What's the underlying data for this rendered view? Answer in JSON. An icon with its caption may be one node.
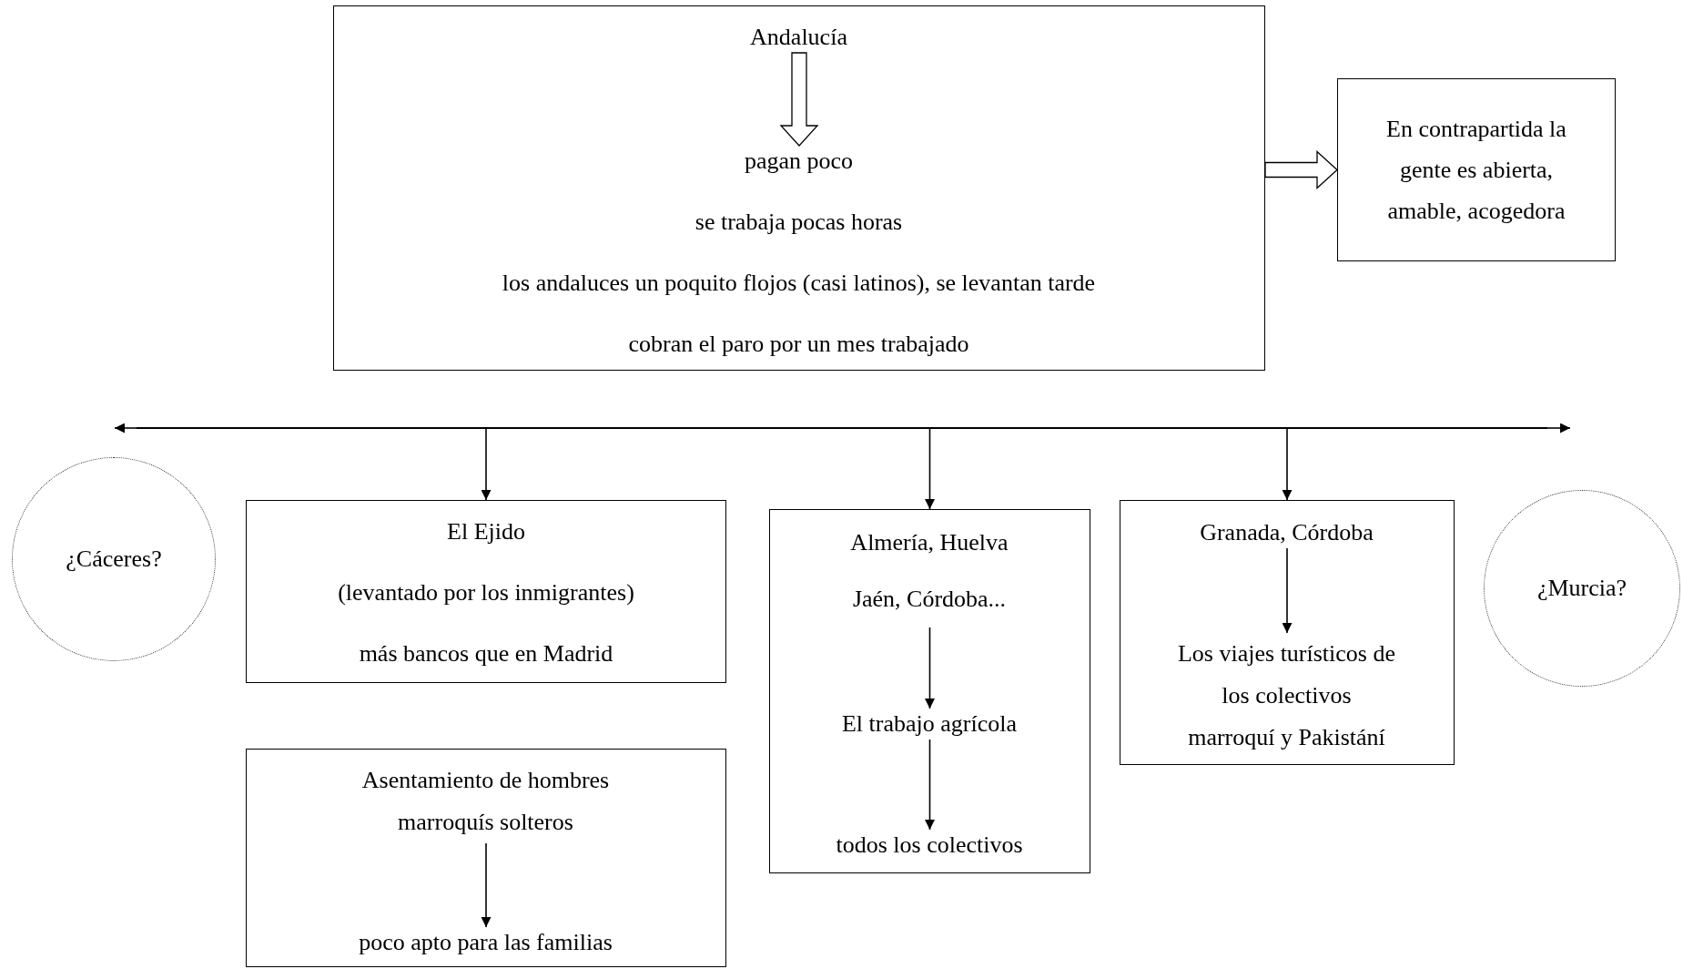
{
  "diagram": {
    "nodes": [
      {
        "text": [],
        "shape": "box"
      },
      {
        "text": [
          "Andalucía"
        ],
        "in": 0
      },
      {
        "text": [
          "pagan poco",
          "se trabaja pocas horas",
          "los andaluces un poquito flojos (casi latinos), se levantan tarde",
          "cobran el paro por un mes trabajado"
        ],
        "in": 0
      },
      {
        "text": [
          "En contrapartida la gente es abierta, amable, acogedora"
        ]
      },
      {
        "text": [],
        "shape": "bar"
      },
      {
        "text": [
          "¿Cáceres?"
        ]
      },
      {
        "text": [
          "El Ejido",
          "(levantado por los inmigrantes)",
          "más bancos que en Madrid"
        ]
      },
      {
        "text": [],
        "shape": "box"
      },
      {
        "text": [
          "Almería, Huelva Jaén, Córdoba..."
        ],
        "in": 7
      },
      {
        "text": [
          "El trabajo agrícola"
        ],
        "in": 7
      },
      {
        "text": [
          "todos los colectivos"
        ],
        "in": 7
      },
      {
        "text": [],
        "shape": "box"
      },
      {
        "text": [
          "Granada, Córdoba"
        ],
        "in": 11
      },
      {
        "text": [
          "Los viajes turísticos de los colectivos marroquí y Pakistání"
        ],
        "in": 11
      },
      {
        "text": [
          "¿Murcia?"
        ]
      },
      {
        "text": [],
        "shape": "box"
      },
      {
        "text": [
          "Asentamiento de hombres marroquís solteros"
        ],
        "in": 15
      },
      {
        "text": [
          "poco apto para las familias"
        ],
        "in": 15
      }
    ],
    "edges": [
      {
        "from": 1,
        "to": 2,
        "arrow": "to",
        "style": "thick"
      },
      {
        "from": 0,
        "to": 3,
        "arrow": "to",
        "style": "thick"
      },
      {
        "from": 4,
        "to": null,
        "arrow": "to"
      },
      {
        "from": 4,
        "to": null,
        "arrow": "to"
      },
      {
        "from": 4,
        "to": 6,
        "arrow": "to"
      },
      {
        "from": 4,
        "to": 7,
        "arrow": "to"
      },
      {
        "from": 4,
        "to": 11,
        "arrow": "to"
      },
      {
        "from": 8,
        "to": 9,
        "arrow": "to"
      },
      {
        "from": 9,
        "to": 10,
        "arrow": "to"
      },
      {
        "from": 12,
        "to": 13,
        "arrow": "to"
      },
      {
        "from": 16,
        "to": 17,
        "arrow": "to"
      }
    ]
  }
}
